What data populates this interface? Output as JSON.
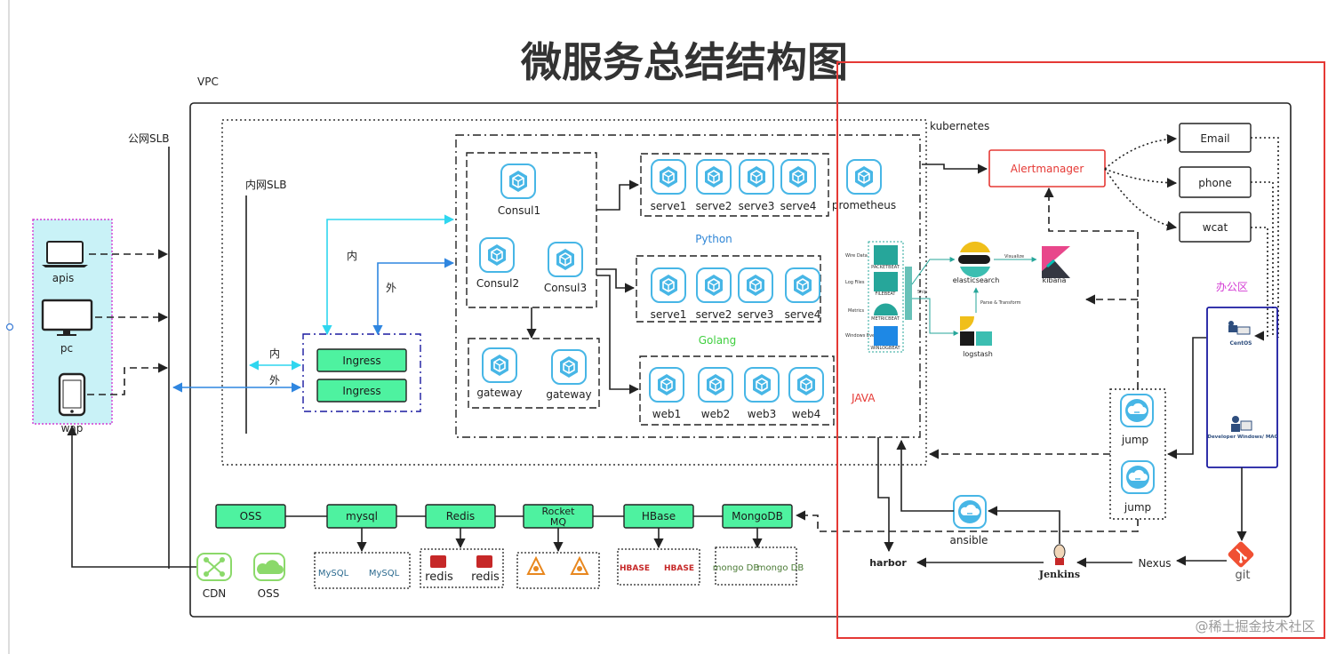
{
  "title": "微服务总结结构图",
  "labels": {
    "vpc": "VPC",
    "public_slb": "公网SLB",
    "internal_slb": "内网SLB",
    "kubernetes": "kubernetes",
    "inner": "内",
    "outer": "外",
    "python": "Python",
    "golang": "Golang",
    "java": "JAVA",
    "office": "办公区",
    "watermark": "@稀土掘金技术社区"
  },
  "clients": [
    "apis",
    "pc",
    "wap"
  ],
  "ingress": [
    "Ingress",
    "Ingress"
  ],
  "consul": [
    "Consul1",
    "Consul2",
    "Consul3"
  ],
  "gateway": [
    "gateway",
    "gateway"
  ],
  "python_services": [
    "serve1",
    "serve2",
    "serve3",
    "serve4"
  ],
  "golang_services": [
    "serve1",
    "serve2",
    "serve3",
    "serve4"
  ],
  "web_services": [
    "web1",
    "web2",
    "web3",
    "web4"
  ],
  "prometheus": "prometheus",
  "alertmanager": "Alertmanager",
  "notify": [
    "Email",
    "phone",
    "wcat"
  ],
  "elk": {
    "inputs": [
      "Wire Data",
      "Log Files",
      "Metrics",
      "Windows Events"
    ],
    "beats": [
      "PACKETBEAT",
      "FILEBEAT",
      "METRICBEAT",
      "WINLOGBEAT"
    ],
    "ship": "Ship",
    "visualize": "Visualize",
    "parse": "Parse & Transform",
    "elasticsearch": "elasticsearch",
    "kibana": "kibana",
    "logstash": "logstash"
  },
  "jump": [
    "jump",
    "jump"
  ],
  "ansible": "ansible",
  "harbor": "harbor",
  "jenkins": "Jenkins",
  "nexus": "Nexus",
  "git": "git",
  "centos": "CentOS",
  "developer": "Developer Windows/ MAC",
  "data_stores": [
    "OSS",
    "mysql",
    "Redis",
    "Rocket MQ",
    "HBase",
    "MongoDB"
  ],
  "store_logos": [
    "MySQL",
    "redis",
    "HBASE",
    "mongo DB"
  ],
  "cdn": "CDN",
  "oss_cloud": "OSS",
  "colors": {
    "green": "#4ef2a0",
    "icon_blue": "#47b6e6",
    "red": "#e53935",
    "navy": "#1a1aa0",
    "python": "#2f86d6",
    "golang": "#3fcf3f",
    "cyan": "#2fd6ef",
    "blue_arrow": "#2f86e0",
    "client_fill": "#c9f2f7",
    "client_border": "#d43bd4"
  }
}
